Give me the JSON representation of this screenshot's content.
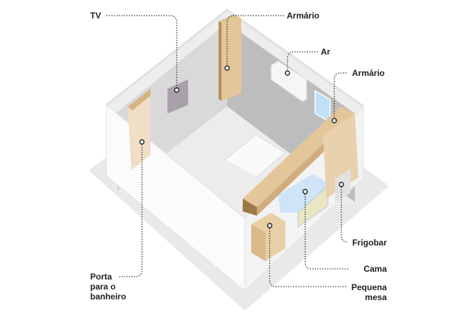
{
  "labels": {
    "tv": "TV",
    "armario_top": "Armário",
    "ar": "Ar",
    "armario_right": "Armário",
    "frigobar": "Frigobar",
    "cama": "Cama",
    "pequena_mesa": [
      "Pequena",
      "mesa"
    ],
    "porta": [
      "Porta",
      "para o",
      "banheiro"
    ]
  },
  "colors": {
    "wood": "#e3c69a",
    "wood_dark": "#b58d5b",
    "wall_left": "#d8d8d8",
    "wall_right": "#bdbdbd",
    "floor": "#ececec",
    "window": "#bfe0f5"
  }
}
